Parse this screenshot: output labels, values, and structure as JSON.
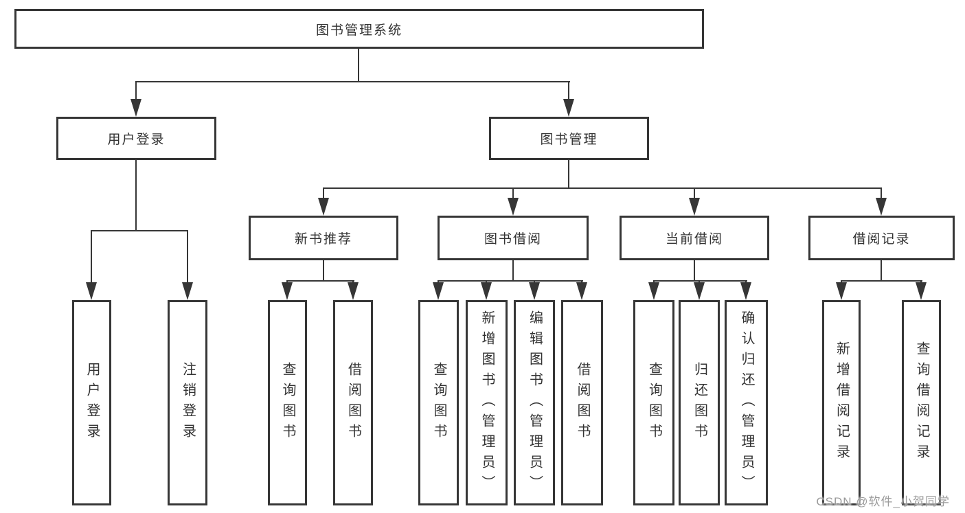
{
  "title": "图书管理系统",
  "watermark": "CSDN @软件_小贺同学",
  "colors": {
    "line": "#363636",
    "box_border": "#363636",
    "text": "#333333",
    "background": "#ffffff",
    "watermark": "#9b9b9b"
  },
  "level1": [
    {
      "label": "用户登录",
      "parent": "图书管理系统"
    },
    {
      "label": "图书管理",
      "parent": "图书管理系统"
    }
  ],
  "level2": [
    {
      "label": "新书推荐",
      "parent": "图书管理"
    },
    {
      "label": "图书借阅",
      "parent": "图书管理"
    },
    {
      "label": "当前借阅",
      "parent": "图书管理"
    },
    {
      "label": "借阅记录",
      "parent": "图书管理"
    }
  ],
  "leaves": [
    {
      "label": "用户登录",
      "parent": "用户登录"
    },
    {
      "label": "注销登录",
      "parent": "用户登录"
    },
    {
      "label": "查询图书",
      "parent": "新书推荐"
    },
    {
      "label": "借阅图书",
      "parent": "新书推荐"
    },
    {
      "label": "查询图书",
      "parent": "图书借阅"
    },
    {
      "label": "新增图书（管理员）",
      "parent": "图书借阅"
    },
    {
      "label": "编辑图书（管理员）",
      "parent": "图书借阅"
    },
    {
      "label": "借阅图书",
      "parent": "图书借阅"
    },
    {
      "label": "查询图书",
      "parent": "当前借阅"
    },
    {
      "label": "归还图书",
      "parent": "当前借阅"
    },
    {
      "label": "确认归还（管理员）",
      "parent": "当前借阅"
    },
    {
      "label": "新增借阅记录",
      "parent": "借阅记录"
    },
    {
      "label": "查询借阅记录",
      "parent": "借阅记录"
    }
  ]
}
